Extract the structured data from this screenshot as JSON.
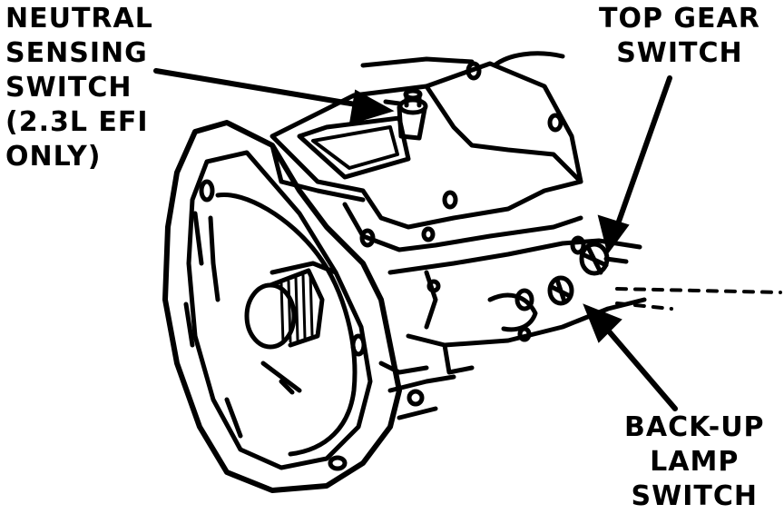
{
  "labels": {
    "neutral_sensing_switch": [
      "NEUTRAL",
      "SENSING",
      "SWITCH",
      "(2.3L EFI",
      "ONLY)"
    ],
    "top_gear_switch": [
      "TOP GEAR",
      "SWITCH"
    ],
    "back_up_lamp_switch": [
      "BACK-UP",
      "LAMP",
      "SWITCH"
    ]
  }
}
